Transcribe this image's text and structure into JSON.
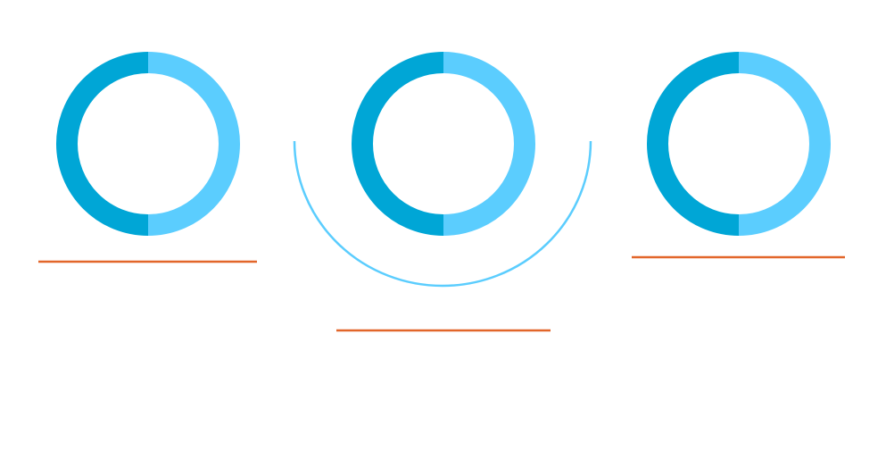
{
  "colors": {
    "ring_dark": "#00a6d6",
    "ring_light": "#5bcdfe",
    "arc": "#5bcdfe",
    "divider": "#e2662a",
    "background": "#ffffff"
  },
  "rings": [
    {
      "id": "left",
      "dark_fraction": 0.5,
      "light_fraction": 0.5
    },
    {
      "id": "center",
      "dark_fraction": 0.5,
      "light_fraction": 0.5
    },
    {
      "id": "right",
      "dark_fraction": 0.5,
      "light_fraction": 0.5
    }
  ]
}
